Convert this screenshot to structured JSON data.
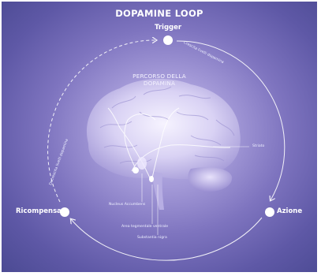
{
  "title": "DOPAMINE LOOP",
  "nodes": {
    "trigger": "Trigger",
    "azione": "Azione",
    "ricompensa": "Ricompensa"
  },
  "arcs": {
    "top_right": "Crescita livelli dopamina",
    "left": "Decrescita livelli dopamina"
  },
  "brain": {
    "path_title_line1": "PERCORSO DELLA",
    "path_title_line2": "DOPAMINA",
    "labels": {
      "striato": "Striato",
      "nucleus": "Nucleus Accumbens",
      "area": "Area tegmentale ventrale",
      "substantia": "Substantia nigra"
    }
  },
  "colors": {
    "background_center": "#c9c3ee",
    "background_edge": "#4b4a93",
    "accent": "#ffffff"
  }
}
